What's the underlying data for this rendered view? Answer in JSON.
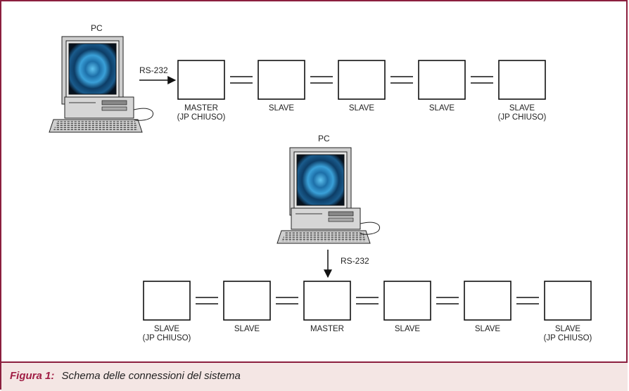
{
  "figure": {
    "number_label": "Figura 1:",
    "caption": "Schema delle connessioni del sistema"
  },
  "top": {
    "pc_label": "PC",
    "link_label": "RS-232",
    "nodes": [
      {
        "line1": "MASTER",
        "line2": "(JP CHIUSO)"
      },
      {
        "line1": "SLAVE",
        "line2": ""
      },
      {
        "line1": "SLAVE",
        "line2": ""
      },
      {
        "line1": "SLAVE",
        "line2": ""
      },
      {
        "line1": "SLAVE",
        "line2": "(JP CHIUSO)"
      }
    ]
  },
  "bottom": {
    "pc_label": "PC",
    "link_label": "RS-232",
    "nodes": [
      {
        "line1": "SLAVE",
        "line2": "(JP CHIUSO)"
      },
      {
        "line1": "SLAVE",
        "line2": ""
      },
      {
        "line1": "MASTER",
        "line2": ""
      },
      {
        "line1": "SLAVE",
        "line2": ""
      },
      {
        "line1": "SLAVE",
        "line2": ""
      },
      {
        "line1": "SLAVE",
        "line2": "(JP CHIUSO)"
      }
    ]
  },
  "colors": {
    "border": "#8b1f3e",
    "caption_bg": "#f4e6e4",
    "figure_label": "#a01d44",
    "screen_center": "#3aa0d8",
    "screen_edge": "#0a1a2a"
  }
}
